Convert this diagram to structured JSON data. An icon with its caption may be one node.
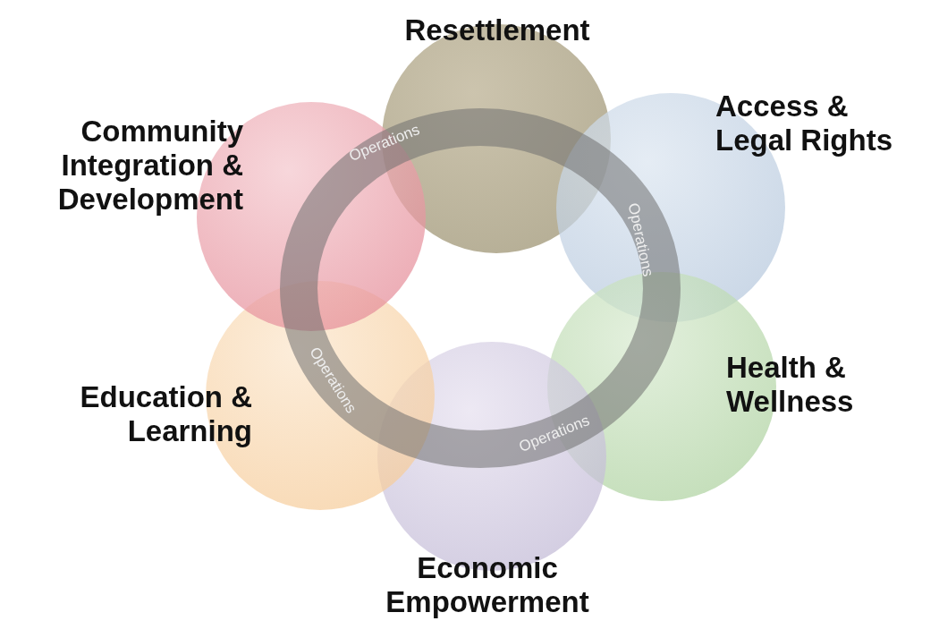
{
  "diagram": {
    "nodes": [
      {
        "text": [
          "Resettlement"
        ]
      },
      {
        "text": [
          "Access & Legal Rights"
        ]
      },
      {
        "text": [
          "Health & Wellness"
        ]
      },
      {
        "text": [
          "Economic Empowerment"
        ]
      },
      {
        "text": [
          "Education & Learning"
        ]
      },
      {
        "text": [
          "Community Integration & Development"
        ]
      }
    ],
    "labels": [
      "Operations",
      "Operations",
      "Operations",
      "Operations"
    ]
  }
}
